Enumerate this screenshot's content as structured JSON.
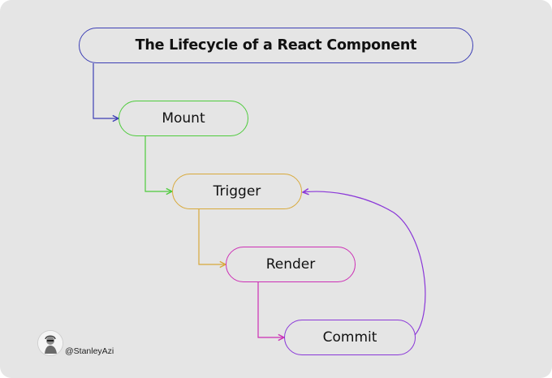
{
  "title": "The Lifecycle of a React Component",
  "nodes": {
    "mount": "Mount",
    "trigger": "Trigger",
    "render": "Render",
    "commit": "Commit"
  },
  "colors": {
    "background": "#e5e5e5",
    "title_border": "#3d3fb5",
    "mount": "#4ecb3c",
    "trigger": "#d8a93a",
    "render": "#cc2fb5",
    "commit": "#8a37d8"
  },
  "author": {
    "handle": "@StanleyAzi",
    "avatar_icon": "avatar-icon"
  }
}
